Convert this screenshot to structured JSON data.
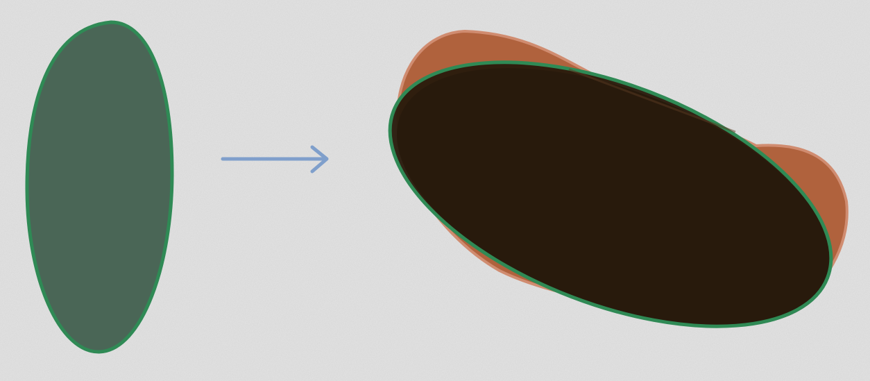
{
  "colors": {
    "background": "#e4e4e4",
    "source_fill": "#4a6656",
    "outline": "#2f8a55",
    "arrow": "#7f9fcb",
    "blob_fill": "#b0623d",
    "blob_edge": "#d08c70",
    "shadow": "#151413",
    "target_fill": "#2a1b0d"
  },
  "shapes": [
    {
      "name": "source-ellipse",
      "icon": "vertical-ellipse"
    },
    {
      "name": "transform-arrow",
      "icon": "right-arrow-icon"
    },
    {
      "name": "target-ellipse",
      "icon": "tilted-ellipse"
    }
  ]
}
